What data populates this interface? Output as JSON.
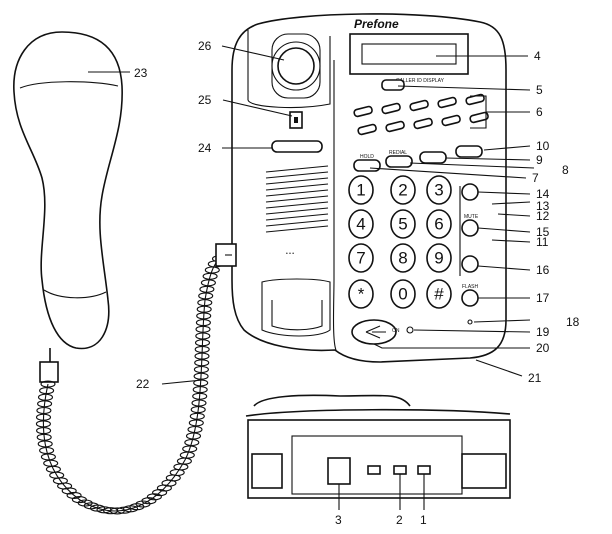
{
  "brand": "Prefone",
  "lcd_subtext": "CALLER ID DISPLAY",
  "button_texts": {
    "hold": "HOLD",
    "redial": "REDIAL",
    "flash": "FLASH",
    "mute": "MUTE"
  },
  "keypad": [
    "1",
    "2",
    "3",
    "4",
    "5",
    "6",
    "7",
    "8",
    "9",
    "*",
    "0",
    "#"
  ],
  "labels": {
    "l1": "1",
    "l2": "2",
    "l3": "3",
    "l4": "4",
    "l5": "5",
    "l6": "6",
    "l7": "7",
    "l8": "8",
    "l9": "9",
    "l10": "10",
    "l11": "11",
    "l12": "12",
    "l13": "13",
    "l14": "14",
    "l15": "15",
    "l16": "16",
    "l17": "17",
    "l18": "18",
    "l19": "19",
    "l20": "20",
    "l21": "21",
    "l22": "22",
    "l23": "23",
    "l24": "24",
    "l25": "25",
    "l26": "26"
  }
}
